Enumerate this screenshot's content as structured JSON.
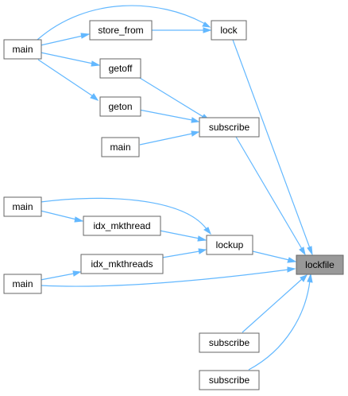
{
  "graph": {
    "nodes": {
      "main1": "main",
      "store_from": "store_from",
      "lock": "lock",
      "getoff": "getoff",
      "geton": "geton",
      "subscribe1": "subscribe",
      "main2": "main",
      "main3": "main",
      "idx_mkthread": "idx_mkthread",
      "lockup": "lockup",
      "idx_mkthreads": "idx_mkthreads",
      "main4": "main",
      "lockfile": "lockfile",
      "subscribe2": "subscribe",
      "subscribe3": "subscribe"
    },
    "colors": {
      "edge": "#63b8ff",
      "node_border": "#666666",
      "node_fill": "#ffffff",
      "highlight_fill": "#999999"
    }
  }
}
